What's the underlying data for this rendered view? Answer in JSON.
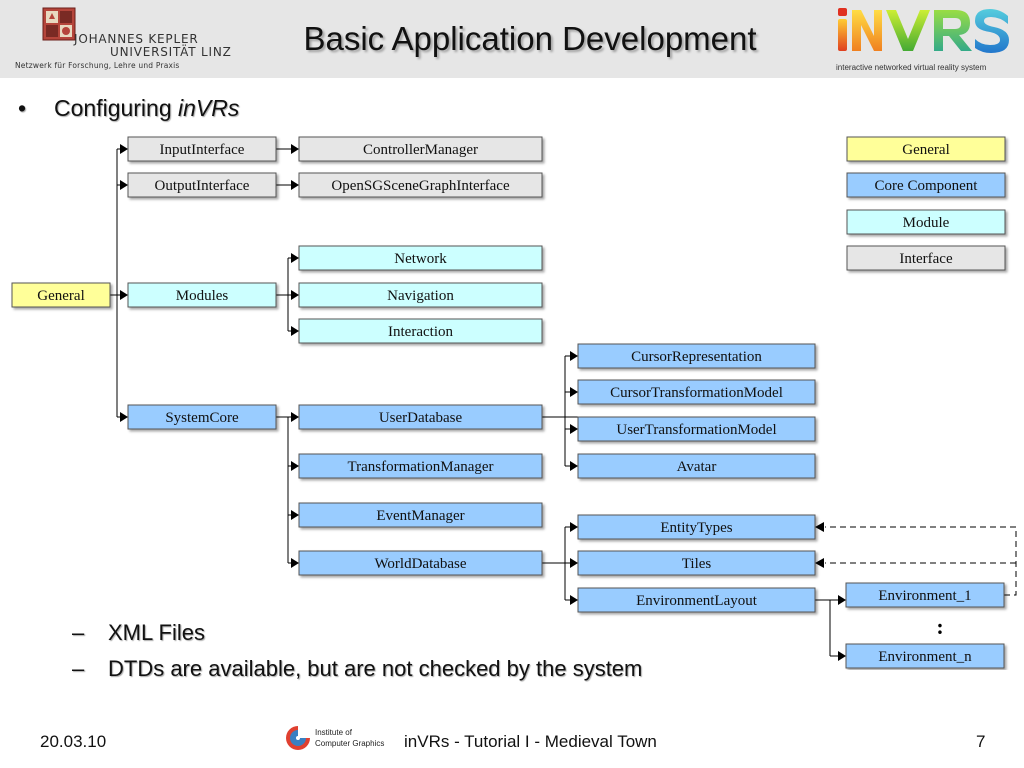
{
  "header": {
    "title": "Basic Application Development",
    "jku_line1": "JOHANNES KEPLER",
    "jku_line2": "UNIVERSITÄT LINZ",
    "jku_tagline": "Netzwerk für Forschung, Lehre und Praxis",
    "invrs_logo_text": "INVRS",
    "invrs_tagline": "interactive networked virtual reality system"
  },
  "content": {
    "bullet_prefix": "•",
    "bullet_text": "Configuring ",
    "bullet_italic": "inVRs",
    "sub_dash": "–",
    "sub_items": [
      "XML Files",
      "DTDs are available, but are not checked by the system"
    ]
  },
  "diagram": {
    "colors": {
      "general": "#ffff99",
      "core": "#99ccff",
      "module": "#ccffff",
      "interface": "#e6e6e6"
    },
    "nodes": {
      "general": {
        "label": "General",
        "type": "general"
      },
      "input_interface": {
        "label": "InputInterface",
        "type": "interface"
      },
      "output_interface": {
        "label": "OutputInterface",
        "type": "interface"
      },
      "modules": {
        "label": "Modules",
        "type": "module"
      },
      "system_core": {
        "label": "SystemCore",
        "type": "core"
      },
      "controller_manager": {
        "label": "ControllerManager",
        "type": "interface"
      },
      "opensg_interface": {
        "label": "OpenSGSceneGraphInterface",
        "type": "interface"
      },
      "network": {
        "label": "Network",
        "type": "module"
      },
      "navigation": {
        "label": "Navigation",
        "type": "module"
      },
      "interaction": {
        "label": "Interaction",
        "type": "module"
      },
      "user_database": {
        "label": "UserDatabase",
        "type": "core"
      },
      "transformation_manager": {
        "label": "TransformationManager",
        "type": "core"
      },
      "event_manager": {
        "label": "EventManager",
        "type": "core"
      },
      "world_database": {
        "label": "WorldDatabase",
        "type": "core"
      },
      "cursor_representation": {
        "label": "CursorRepresentation",
        "type": "core"
      },
      "cursor_transformation_model": {
        "label": "CursorTransformationModel",
        "type": "core"
      },
      "user_transformation_model": {
        "label": "UserTransformationModel",
        "type": "core"
      },
      "avatar": {
        "label": "Avatar",
        "type": "core"
      },
      "entity_types": {
        "label": "EntityTypes",
        "type": "core"
      },
      "tiles": {
        "label": "Tiles",
        "type": "core"
      },
      "environment_layout": {
        "label": "EnvironmentLayout",
        "type": "core"
      },
      "environment_1": {
        "label": "Environment_1",
        "type": "core"
      },
      "environment_n": {
        "label": "Environment_n",
        "type": "core"
      }
    },
    "legend": [
      {
        "label": "General",
        "type": "general"
      },
      {
        "label": "Core Component",
        "type": "core"
      },
      {
        "label": "Module",
        "type": "module"
      },
      {
        "label": "Interface",
        "type": "interface"
      }
    ],
    "ellipsis": ":"
  },
  "footer": {
    "date": "20.03.10",
    "icg_line1": "Institute of",
    "icg_line2": "Computer Graphics",
    "center": "inVRs - Tutorial I - Medieval Town",
    "page": "7"
  }
}
